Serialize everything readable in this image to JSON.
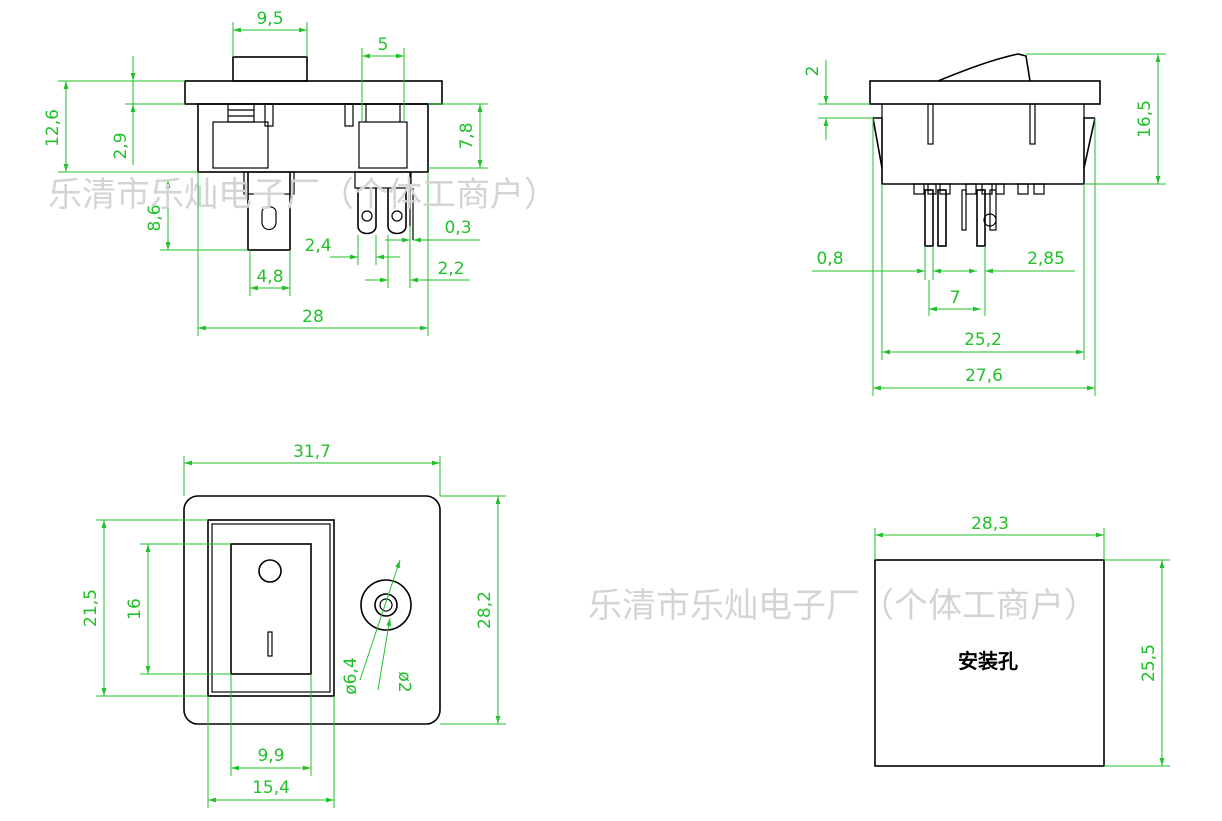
{
  "watermark": "乐清市乐灿电子厂（个体工商户）",
  "colors": {
    "dimension": "#22c02a",
    "outline": "#000000",
    "watermark": "#d4d4d4"
  },
  "front_view": {
    "dims": {
      "top_width": "9,5",
      "terminal_pitch": "5",
      "height_total": "12,6",
      "flange": "2,9",
      "housing_depth": "7,8",
      "terminal_length": "8,6",
      "tab_width_small": "2,4",
      "tab_thickness": "0,3",
      "tab_width_large": "4,8",
      "tab_gap": "2,2",
      "overall_width": "28"
    }
  },
  "side_view": {
    "dims": {
      "rocker_height": "2",
      "height": "16,5",
      "pin_width": "0,8",
      "pin_offset": "2,85",
      "pin_pitch": "7",
      "body_width": "25,2",
      "overall_width": "27,6"
    }
  },
  "top_view": {
    "dims": {
      "overall_width": "31,7",
      "rocker_height": "21,5",
      "paddle_height": "16",
      "overall_height": "28,2",
      "lamp_diameter": "ø6,4",
      "lamp_inner": "ø2",
      "paddle_width": "9,9",
      "rocker_width": "15,4"
    },
    "symbol_off": "O",
    "symbol_on": "I"
  },
  "cutout_view": {
    "label": "安装孔",
    "dims": {
      "width": "28,3",
      "height": "25,5"
    }
  }
}
